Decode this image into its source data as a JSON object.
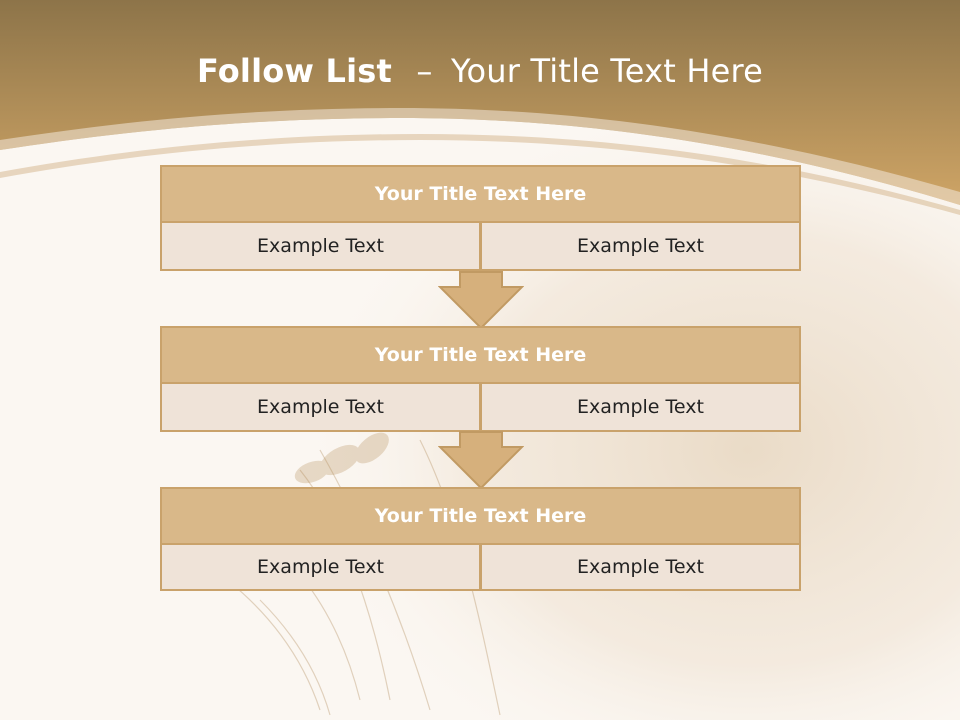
{
  "title": {
    "main": "Follow List",
    "separator": "–",
    "subtitle": "Your Title Text Here"
  },
  "stages": [
    {
      "header": "Your Title Text Here",
      "cells": [
        "Example Text",
        "Example Text"
      ]
    },
    {
      "header": "Your Title Text Here",
      "cells": [
        "Example Text",
        "Example Text"
      ]
    },
    {
      "header": "Your Title Text Here",
      "cells": [
        "Example Text",
        "Example Text"
      ]
    }
  ],
  "colors": {
    "banner_top": "#8d7449",
    "banner_bottom": "#c9a064",
    "header_fill": "#d9b889",
    "cell_fill": "#efe3d8",
    "border": "#c9a26b",
    "arrow_fill": "#d6b07c"
  },
  "icons": [
    "down-arrow-icon",
    "down-arrow-icon"
  ]
}
